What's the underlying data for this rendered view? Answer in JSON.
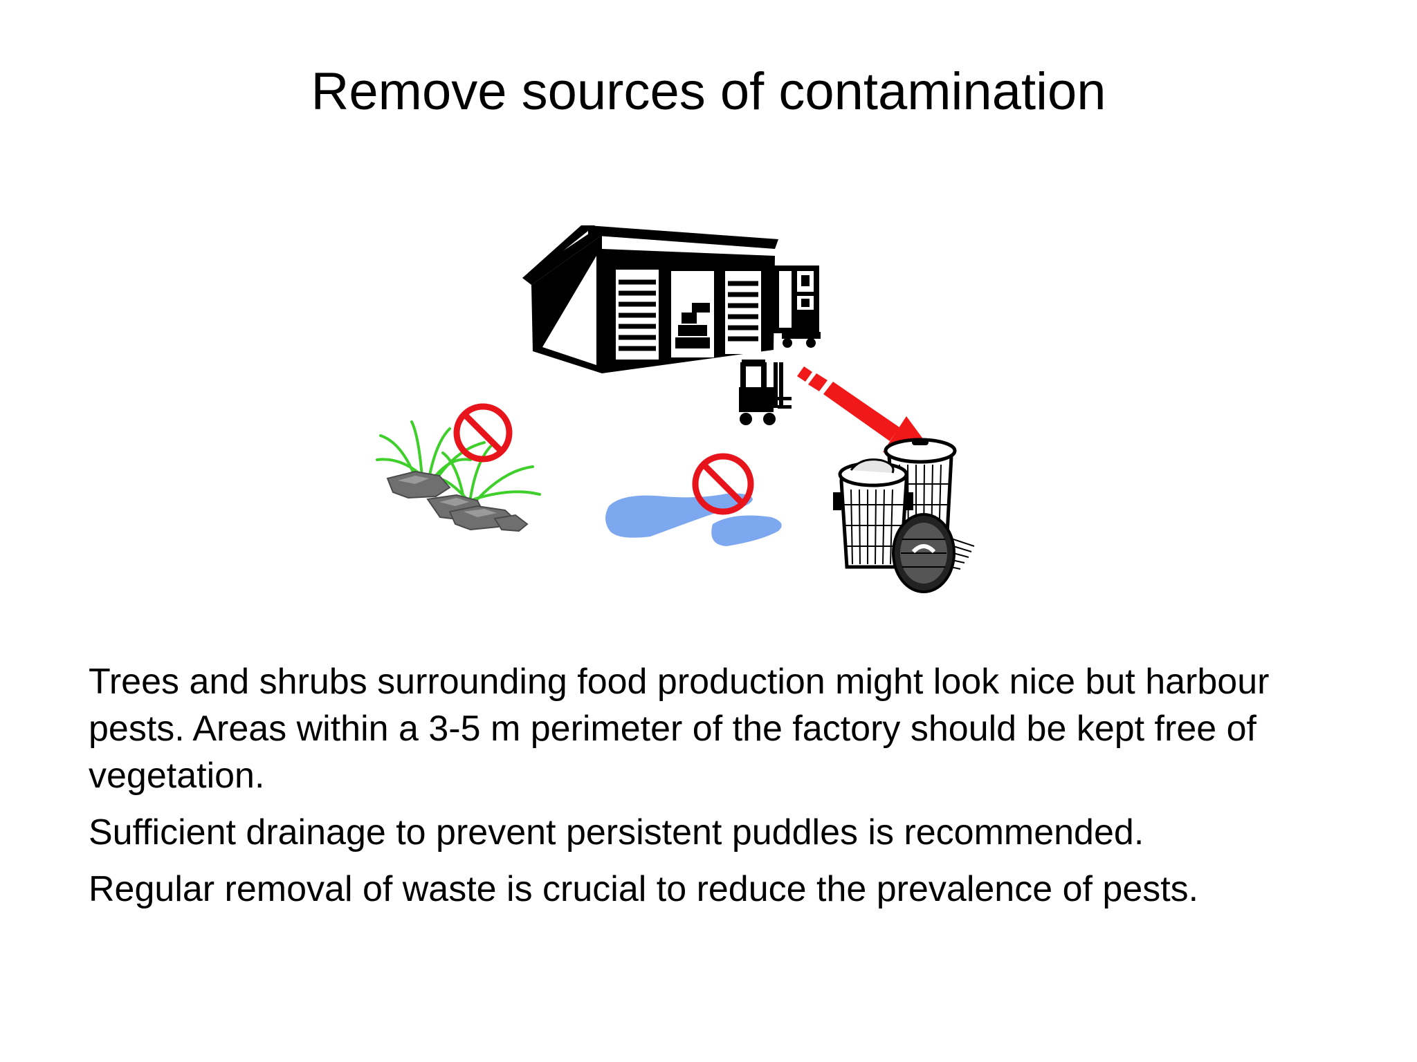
{
  "slide": {
    "title": "Remove sources of contamination",
    "bullets": [
      "Trees and shrubs surrounding food production might look nice but harbour pests. Areas within a 3-5 m perimeter of the factory should be kept free of vegetation.",
      "Sufficient drainage to prevent persistent puddles is recommended.",
      "Regular removal of waste is crucial to reduce the prevalence of pests."
    ]
  },
  "illustration": {
    "icons": [
      "factory-building-icon",
      "truck-icon",
      "forklift-icon",
      "vegetation-icon",
      "puddle-icon",
      "prohibited-sign-icon",
      "arrow-icon",
      "trash-cans-icon"
    ],
    "colors": {
      "prohibited": "#e8141c",
      "arrow": "#f01818",
      "puddle": "#7da8f0",
      "grass": "#3ecf2a",
      "rocks": "#7a7a7a",
      "ink": "#000000"
    }
  }
}
